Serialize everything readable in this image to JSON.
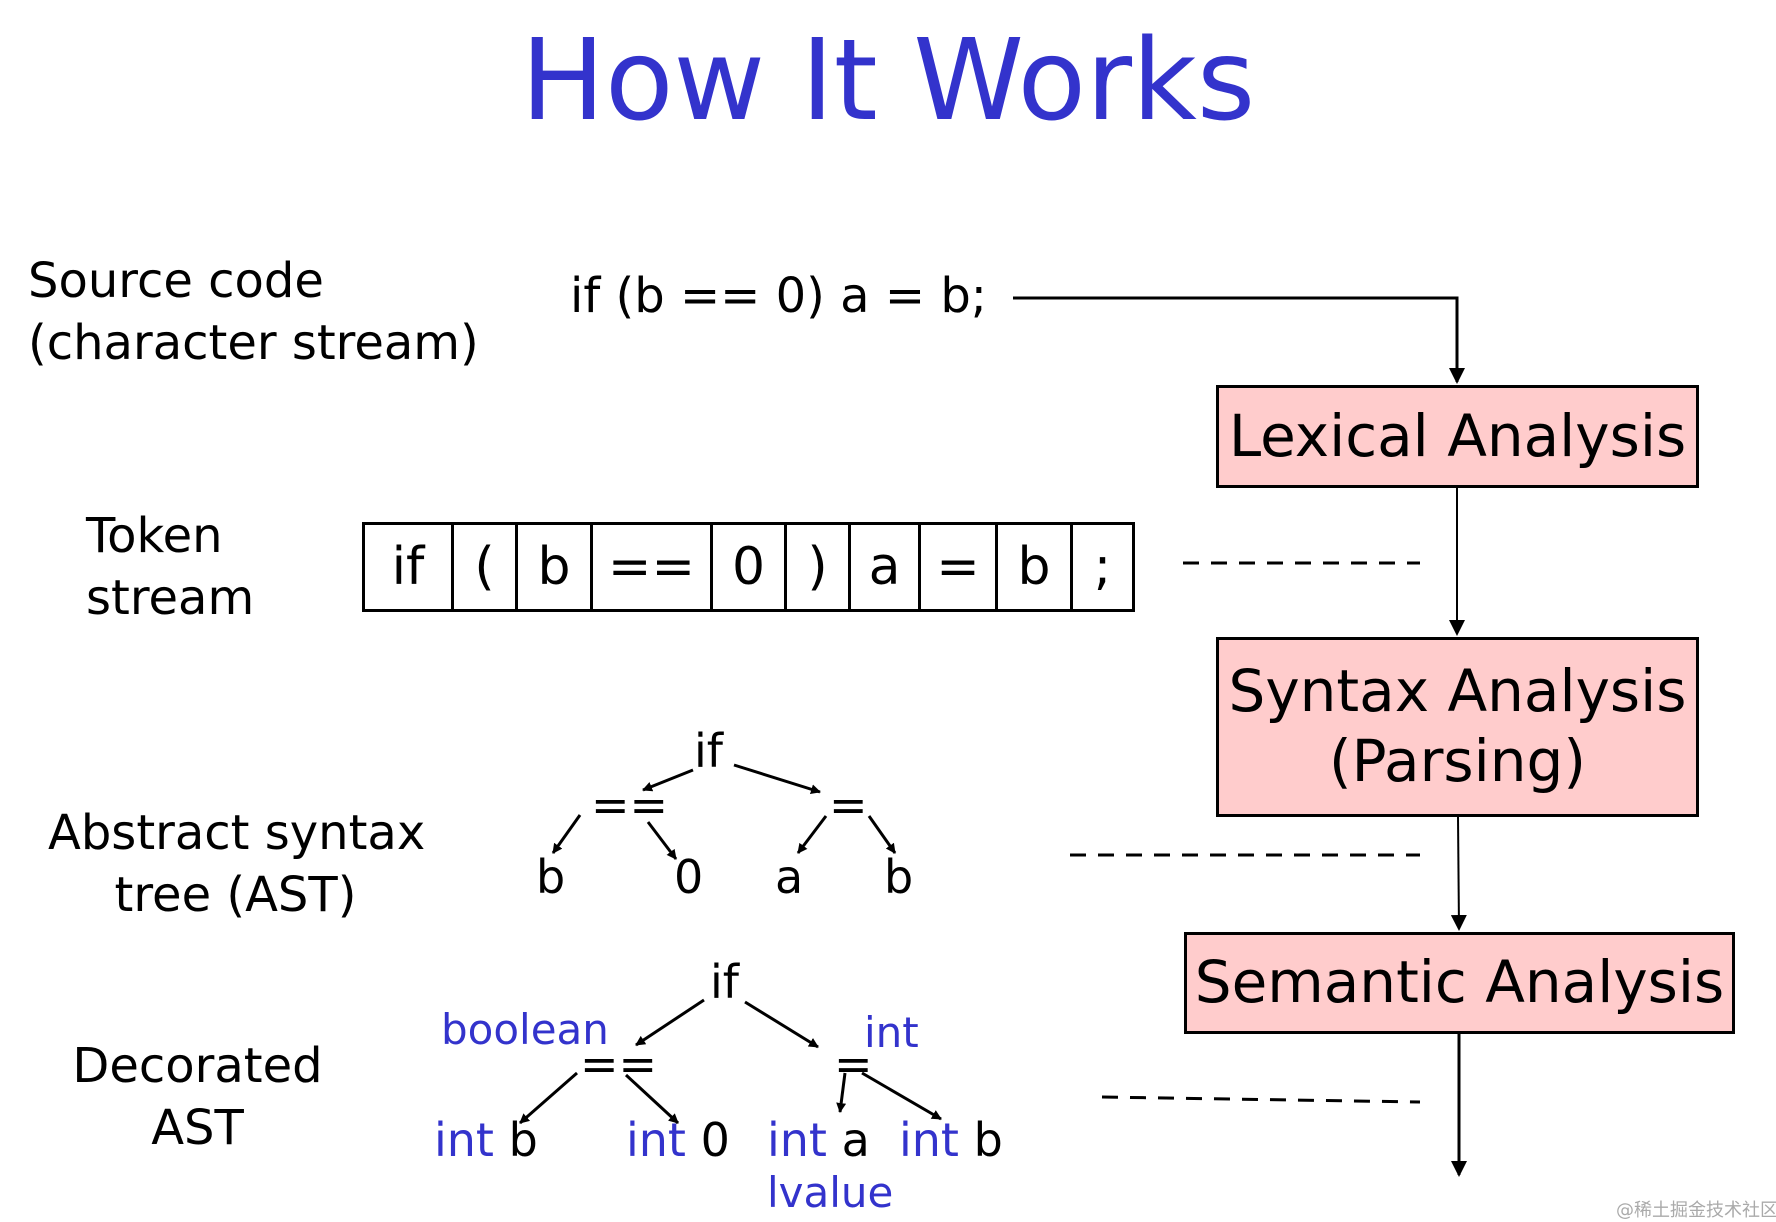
{
  "title": "How It Works",
  "labels": {
    "source": [
      "Source code",
      "(character stream)"
    ],
    "token": [
      "Token",
      "stream"
    ],
    "ast": [
      "Abstract syntax",
      "tree (AST)"
    ],
    "decorated": [
      "Decorated",
      "AST"
    ]
  },
  "source_code": "if (b == 0) a = b;",
  "tokens": [
    "if",
    "(",
    "b",
    "==",
    "0",
    ")",
    "a",
    "=",
    "b",
    ";"
  ],
  "stages": {
    "lexical": "Lexical Analysis",
    "syntax": "Syntax Analysis\n(Parsing)",
    "semantic": "Semantic Analysis"
  },
  "ast": {
    "root": "if",
    "eq": "==",
    "assign": "=",
    "leaf_b": "b",
    "leaf_0": "0",
    "leaf_a": "a",
    "leaf_b2": "b"
  },
  "decorated_ast": {
    "root": "if",
    "eq": "==",
    "eq_type": "boolean",
    "assign": "=",
    "assign_type": "int",
    "leaves": [
      {
        "type": "int",
        "name": "b"
      },
      {
        "type": "int",
        "name": "0"
      },
      {
        "type": "int",
        "name": "a",
        "extra": "lvalue"
      },
      {
        "type": "int",
        "name": "b"
      }
    ]
  },
  "watermark": "@稀土掘金技术社区",
  "colors": {
    "title": "#3333cc",
    "stage_fill": "#ffcccc",
    "annotation": "#3333cc"
  }
}
